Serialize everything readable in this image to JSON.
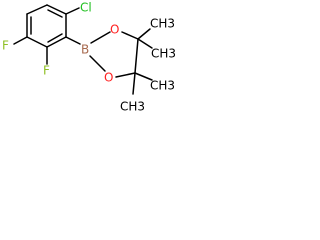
{
  "molecule": {
    "atom_labels": {
      "chlorine": "Cl",
      "fluorine_3": "F",
      "fluorine_2": "F",
      "boron": "B",
      "oxygen_top": "O",
      "oxygen_bottom": "O",
      "methyl_1": "CH3",
      "methyl_2": "CH3",
      "methyl_3": "CH3",
      "methyl_4": "CH3"
    },
    "colors": {
      "bond": "#000000",
      "chlorine": "#1fbf1f",
      "fluorine": "#8fbf24",
      "boron": "#a86b50",
      "oxygen": "#ff2020",
      "carbon": "#000000"
    }
  }
}
